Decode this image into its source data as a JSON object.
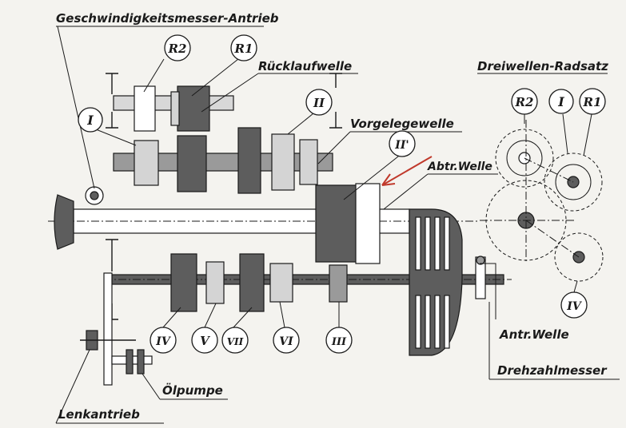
{
  "labels": {
    "speedo_drive": "Geschwindigkeitsmesser-Antrieb",
    "reverse_shaft": "Rücklaufwelle",
    "countershaft": "Vorgelegewelle",
    "output_shaft": "Abtr.Welle",
    "three_shaft_set": "Dreiwellen-Radsatz",
    "input_shaft": "Antr.Welle",
    "tachometer": "Drehzahlmesser",
    "oil_pump": "Ölpumpe",
    "steering_drive": "Lenkantrieb"
  },
  "gears": {
    "r2": "R2",
    "r1": "R1",
    "i": "I",
    "ii": "II",
    "ii_prime": "II'",
    "iv": "IV",
    "v": "V",
    "vii": "VII",
    "vi": "VI",
    "iii": "III"
  },
  "set_gears": {
    "r2": "R2",
    "i": "I",
    "r1": "R1",
    "iv": "IV"
  },
  "colors": {
    "ink": "#1a1a1a",
    "paper": "#f4f3ef",
    "arrow": "#c0392b"
  }
}
